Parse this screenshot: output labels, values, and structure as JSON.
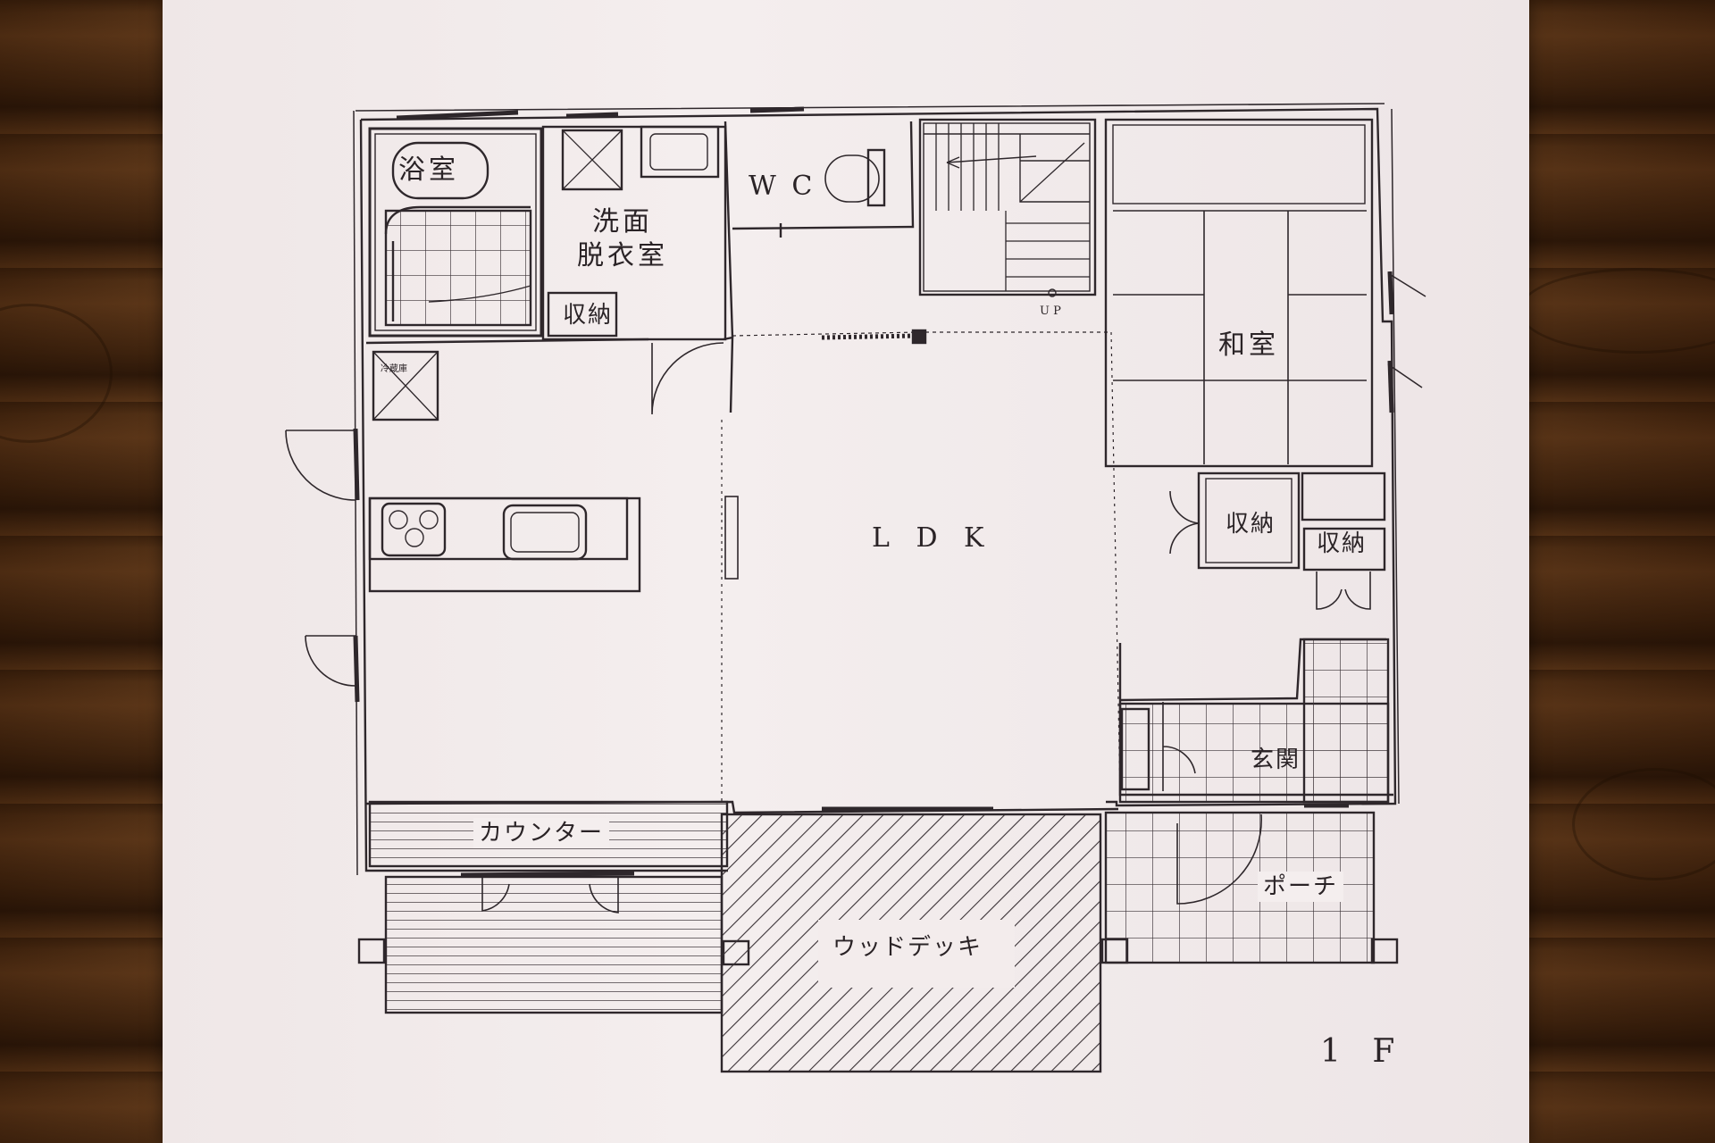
{
  "rooms": {
    "bath": "浴室",
    "washroom": "洗面\n脱衣室",
    "wc": "W C",
    "storage_wash": "収納",
    "fridge": "冷蔵庫",
    "stairs_up": "U P",
    "washitsu": "和室",
    "ldk": "L D K",
    "storage_1": "収納",
    "storage_2": "収納",
    "genkan": "玄関",
    "counter": "カウンター",
    "porch": "ポーチ",
    "wood_deck": "ウッドデッキ"
  },
  "floor_label": "1 F"
}
